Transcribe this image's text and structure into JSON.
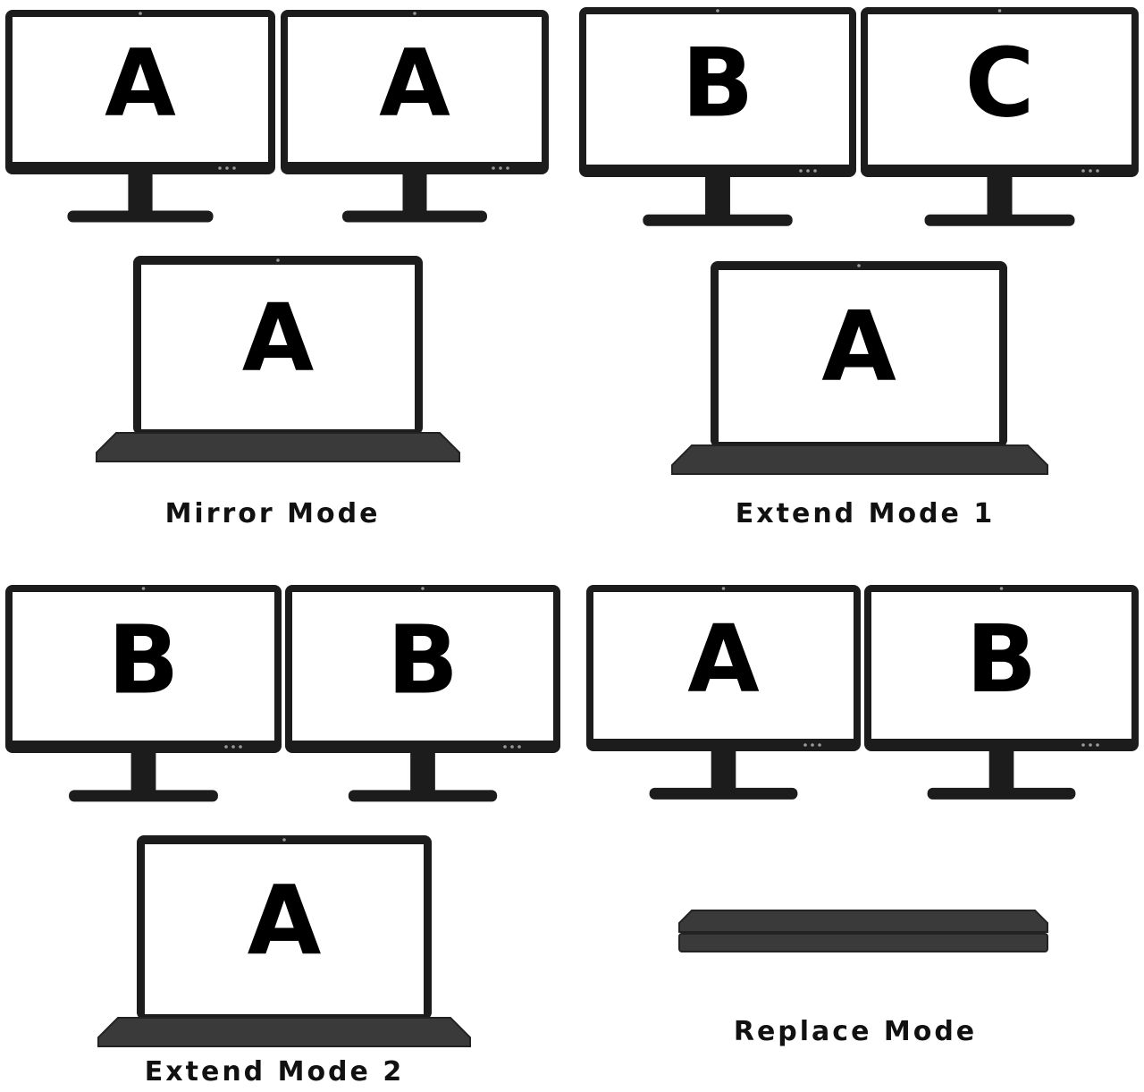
{
  "colors": {
    "bezel": "#1c1c1c",
    "screen": "#ffffff",
    "stand": "#1c1c1c",
    "laptop_base": "#3a3a3a",
    "laptop_base_edge": "#222222",
    "led": "#9a9a9a",
    "label": "#111111"
  },
  "panels": [
    {
      "id": "mirror",
      "label": "Mirror Mode",
      "monitors": [
        {
          "letter": "A"
        },
        {
          "letter": "A"
        }
      ],
      "laptop": {
        "letter": "A",
        "open": true
      }
    },
    {
      "id": "extend-1",
      "label": "Extend Mode 1",
      "monitors": [
        {
          "letter": "B"
        },
        {
          "letter": "C"
        }
      ],
      "laptop": {
        "letter": "A",
        "open": true
      }
    },
    {
      "id": "extend-2",
      "label": "Extend Mode 2",
      "monitors": [
        {
          "letter": "B"
        },
        {
          "letter": "B"
        }
      ],
      "laptop": {
        "letter": "A",
        "open": true
      }
    },
    {
      "id": "replace",
      "label": "Replace Mode",
      "monitors": [
        {
          "letter": "A"
        },
        {
          "letter": "B"
        }
      ],
      "laptop": {
        "letter": "",
        "open": false
      }
    }
  ]
}
